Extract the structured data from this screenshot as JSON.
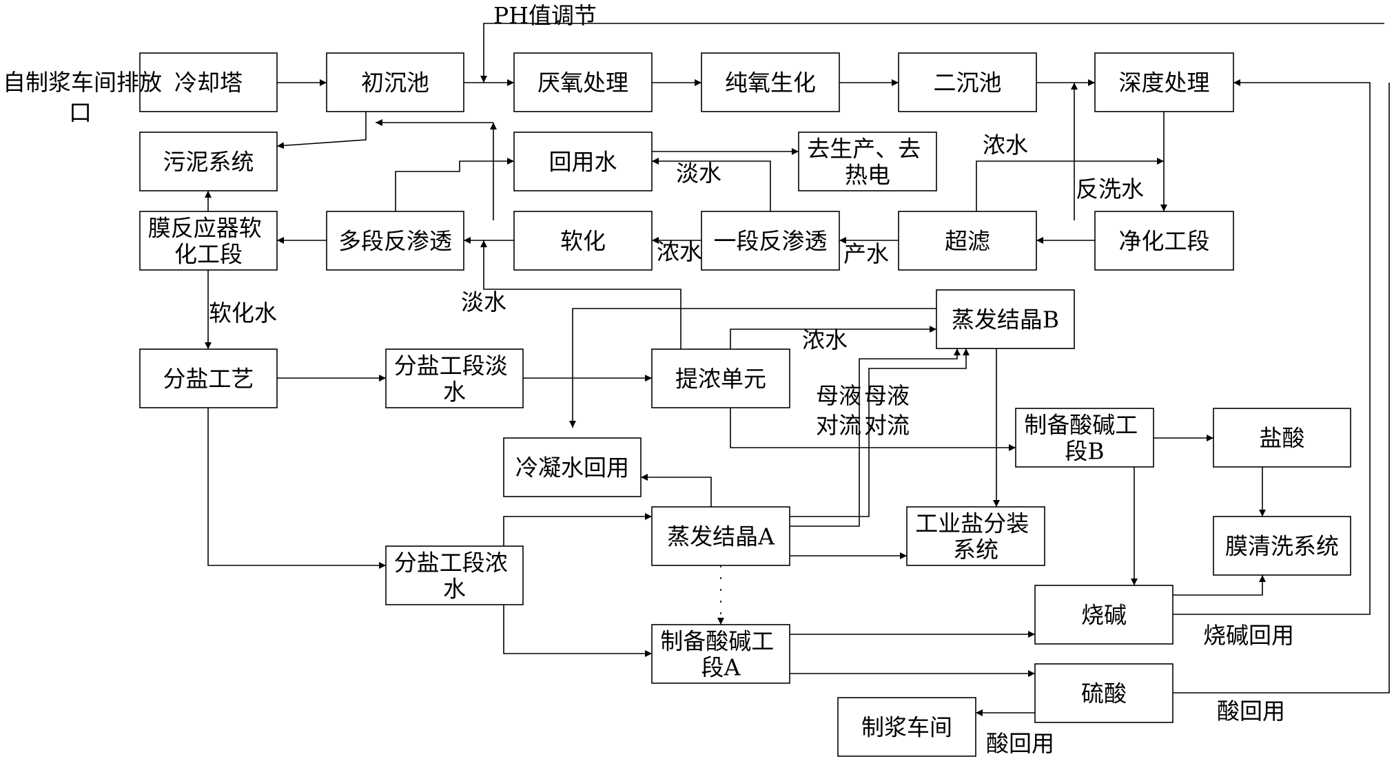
{
  "diagram": {
    "boxes": {
      "cooling_tower": [
        "冷却塔"
      ],
      "primary_sed": [
        "初沉池"
      ],
      "anaerobic": [
        "厌氧处理"
      ],
      "pure_oxygen": [
        "纯氧生化"
      ],
      "secondary_sed": [
        "二沉池"
      ],
      "advanced": [
        "深度处理"
      ],
      "sludge": [
        "污泥系统"
      ],
      "reuse_water": [
        "回用水"
      ],
      "to_production": [
        "去生产、去",
        "热电"
      ],
      "mbr_soft": [
        "膜反应器软",
        "化工段"
      ],
      "multi_ro": [
        "多段反渗透"
      ],
      "softening": [
        "软化"
      ],
      "single_ro": [
        "一段反渗透"
      ],
      "uf": [
        "超滤"
      ],
      "purification": [
        "净化工段"
      ],
      "evap_b": [
        "蒸发结晶B"
      ],
      "salt_sep": [
        "分盐工艺"
      ],
      "salt_fresh": [
        "分盐工段淡",
        "水"
      ],
      "concentration": [
        "提浓单元"
      ],
      "acid_base_b": [
        "制备酸碱工",
        "段B"
      ],
      "hcl": [
        "盐酸"
      ],
      "condensate": [
        "冷凝水回用"
      ],
      "evap_a": [
        "蒸发结晶A"
      ],
      "industrial_salt": [
        "工业盐分装",
        "系统"
      ],
      "membrane_clean": [
        "膜清洗系统"
      ],
      "salt_conc": [
        "分盐工段浓",
        "水"
      ],
      "caustic": [
        "烧碱"
      ],
      "acid_base_a": [
        "制备酸碱工",
        "段A"
      ],
      "sulfuric": [
        "硫酸"
      ],
      "pulping": [
        "制浆车间"
      ]
    },
    "labels": {
      "ph_adjust": "PH值调节",
      "source_1": "自制浆车间排放",
      "source_2": "口",
      "fresh_water_1": "淡水",
      "conc_water_1": "浓水",
      "conc_water_2": "浓水",
      "backwash": "反洗水",
      "product_water": "产水",
      "fresh_water_2": "淡水",
      "softened_water": "软化水",
      "conc_water_3": "浓水",
      "mother_liquor_1": "母液",
      "counter_flow_1": "对流",
      "mother_liquor_2": "母液",
      "counter_flow_2": "对流",
      "caustic_reuse": "烧碱回用",
      "acid_reuse_1": "酸回用",
      "acid_reuse_2": "酸回用"
    }
  }
}
